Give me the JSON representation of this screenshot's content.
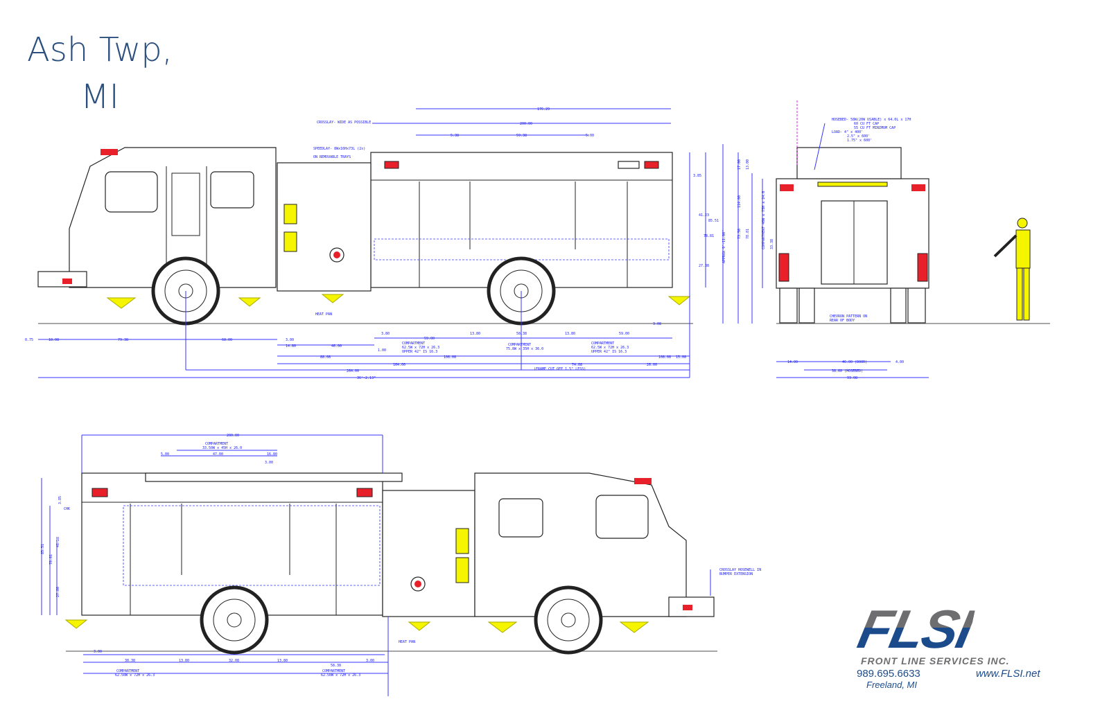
{
  "title": {
    "line1": "Ash Twp,",
    "line2": "MI"
  },
  "logo": {
    "wordmark": "FLSI",
    "company": "FRONT LINE SERVICES INC.",
    "phone": "989.695.6633",
    "website": "www.FLSI.net",
    "location": "Freeland, MI"
  },
  "side_view": {
    "notes": {
      "crosslay": "CROSSLAY- WIDE AS POSSIBLE",
      "speedlay1": "SPEEDLAY- 8Wx16Hx73L (2x)",
      "speedlay2": "ON REMOVABLE TRAYS",
      "heat_pan": "HEAT PAN",
      "frame_cut": "(FRAME CUT OFF 1.5\" LESS)"
    },
    "top_dims": {
      "overall": "176.29",
      "body": "200.00",
      "a": "5.38",
      "b": "59.38",
      "c": "5.00"
    },
    "bottom_dims": {
      "front_overhang": "0.75",
      "bumper": "18.08",
      "front_to_wheel": "79.38",
      "wheel_to_cab": "68.00",
      "d3": "3.00",
      "d14": "14.80",
      "d46": "46.00",
      "d88": "88.08",
      "d1": "1.00",
      "d380": "3.80",
      "d59a": "59.00",
      "d138a": "13.80",
      "d5838": "58.38",
      "d138b": "13.80",
      "d59b": "59.00",
      "d308": "3.08",
      "d108a": "108.08",
      "d108b": "108.08",
      "d15": "15.08",
      "d164": "164.00",
      "d74": "74.08",
      "d26": "26.00",
      "wheelbase": "264.00",
      "overall": "36'-2.13\""
    },
    "compartments": {
      "c1a": "COMPARTMENT",
      "c1b": "62.5W x 72H x 26.3",
      "c1c": "UPPER 42\" IS 16.3",
      "c2a": "COMPARTMENT",
      "c2b": "75.8W x 35H x 36.0",
      "c3a": "COMPARTMENT",
      "c3b": "62.5W x 72H x 26.3",
      "c3c": "UPPER 42\" IS 16.3"
    },
    "right_dims": {
      "r1": "3.85",
      "r2": "41.23",
      "r3": "78.81",
      "r4": "85.51",
      "r5": "27.38"
    }
  },
  "rear_view": {
    "hosebed": [
      "HOSEBED- 58W(20W USABLE) x 64.0L x 17H",
      "60 CU FT CAP",
      "55 CU FT MINIMUM CAP",
      "LOAD- 4\" x 400'",
      "2.5\" x 600'",
      "1.75\" x 600'"
    ],
    "chevron": [
      "CHEVRON PATTERN ON",
      "REAR OF BODY"
    ],
    "left_dims": {
      "approx": "APPROX 9'-11.00\"",
      "h114": "114.00",
      "h17": "17.00",
      "h13": "13.00",
      "h735": "73.50",
      "h788": "78.81",
      "comp": "COMPARTMENT 46W x 75H x 24.0",
      "h33": "33.38"
    },
    "bottom_dims": {
      "w14": "14.00",
      "door": "46.00 (DOOR)",
      "w4": "4.00",
      "hosebed": "38.60 (HOSEBED)",
      "overall": "93.08"
    }
  },
  "officer_view": {
    "top_dims": {
      "body": "200.00",
      "comp_a": "COMPARTMENT",
      "comp_b": "33.50W x 45H x 26.0",
      "d5": "5.00",
      "d47": "47.00",
      "d168": "16.80",
      "d3": "3.00"
    },
    "left_dims": {
      "l1": "3.85",
      "l2": "85.51",
      "l3": "78.81",
      "l4": "41.28",
      "l5": "27.80",
      "chk": "CHK"
    },
    "bottom_dims": {
      "a": "3.00",
      "b": "38.38",
      "c": "13.80",
      "d": "32.08",
      "e": "13.80",
      "f": "58.38",
      "g": "3.00"
    },
    "compartments": {
      "c1a": "COMPARTMENT",
      "c1b": "62.50W x 72H x 26.3",
      "c2a": "COMPARTMENT",
      "c2b": "62.50W x 72H x 26.3"
    },
    "notes": {
      "heat_pan": "HEAT PAN",
      "crosslay1": "CROSSLAY HOSEWELL IN",
      "crosslay2": "BUMPER EXTENSION"
    }
  },
  "colors": {
    "title": "#2b4f7e",
    "dimension": "#1414ff",
    "logo_blue": "#1c4b8c",
    "logo_gray": "#6e6e70",
    "warning_light": "#e8202a",
    "reflective": "#f5f500"
  }
}
